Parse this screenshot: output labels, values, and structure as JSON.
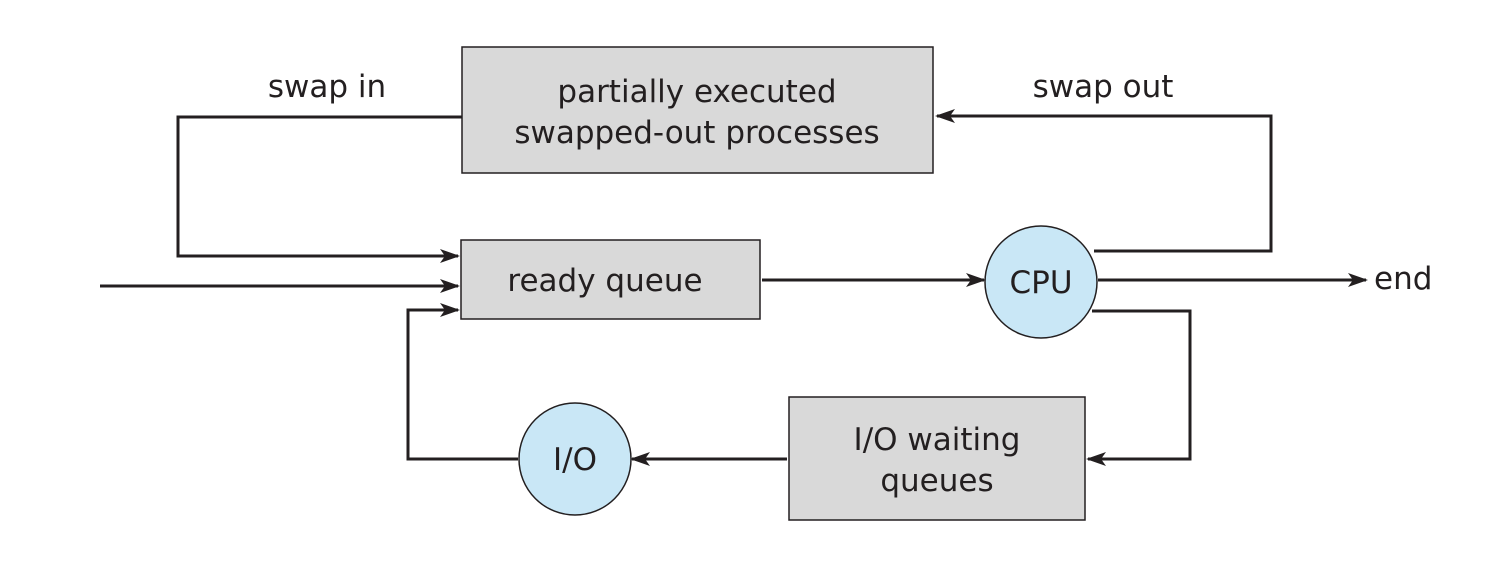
{
  "diagram": {
    "swapped_box": {
      "line1": "partially executed",
      "line2": "swapped-out processes"
    },
    "ready_queue": {
      "label": "ready queue"
    },
    "io_waiting_box": {
      "line1": "I/O waiting",
      "line2": "queues"
    },
    "cpu_node": {
      "label": "CPU"
    },
    "io_node": {
      "label": "I/O"
    },
    "edge_labels": {
      "swap_in": "swap in",
      "swap_out": "swap out",
      "end": "end"
    }
  },
  "colors": {
    "box_fill": "#d9d9d9",
    "node_fill": "#c9e7f6",
    "line": "#231f20"
  }
}
